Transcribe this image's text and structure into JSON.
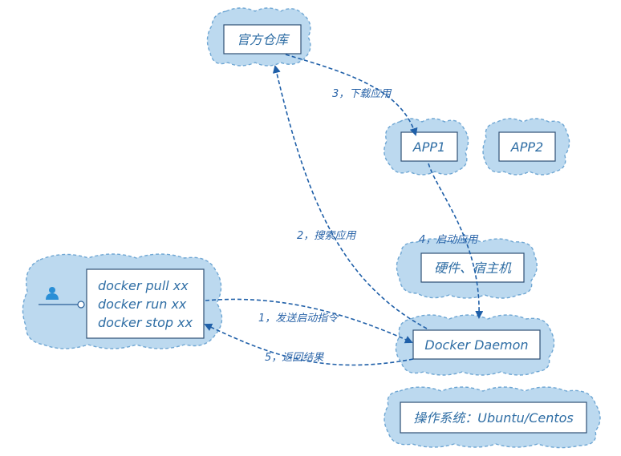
{
  "nodes": {
    "registry": "官方仓库",
    "app1": "APP1",
    "app2": "APP2",
    "host": "硬件、宿主机",
    "daemon": "Docker Daemon",
    "os": "操作系统：Ubuntu/Centos",
    "client_lines": [
      "docker pull xx",
      "docker run xx",
      "docker stop xx"
    ]
  },
  "edges": {
    "send_start": "1，发送启动指令",
    "search_app": "2，搜索应用",
    "download_app": "3，下载应用",
    "start_app": "4，启动应用",
    "return_result": "5，返回结果"
  },
  "colors": {
    "cloud_fill": "#bcd9ef",
    "cloud_stroke": "#6ea6d3",
    "arrow": "#1f5fa8",
    "text": "#2e6da4"
  }
}
